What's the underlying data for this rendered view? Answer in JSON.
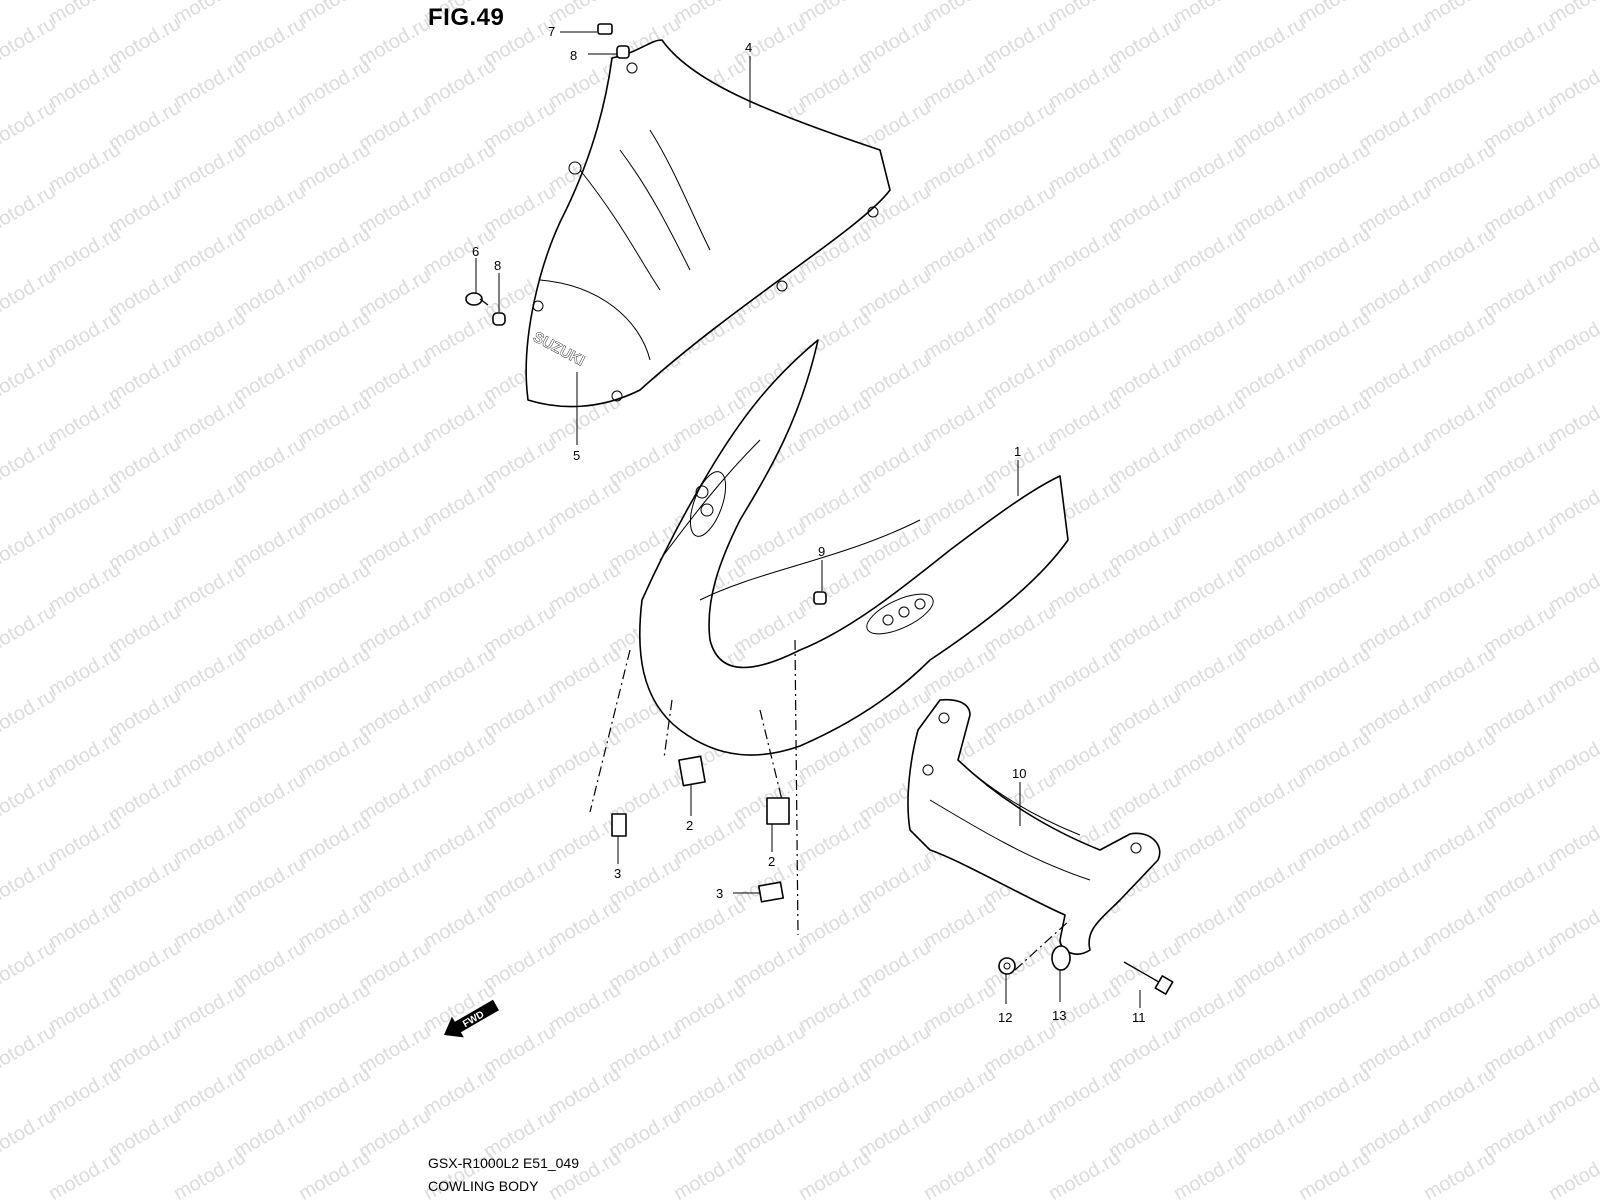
{
  "figure": {
    "title": "FIG.49",
    "code": "GSX-R1000L2 E51_049",
    "caption": "COWLING BODY",
    "watermark": "motod.ru",
    "windscreen_logo": "SUZUKI",
    "fwd_arrow_label": "FWD"
  },
  "callouts": [
    {
      "id": "c1",
      "label": "1"
    },
    {
      "id": "c2a",
      "label": "2"
    },
    {
      "id": "c2b",
      "label": "2"
    },
    {
      "id": "c3a",
      "label": "3"
    },
    {
      "id": "c3b",
      "label": "3"
    },
    {
      "id": "c4",
      "label": "4"
    },
    {
      "id": "c5",
      "label": "5"
    },
    {
      "id": "c6",
      "label": "6"
    },
    {
      "id": "c7",
      "label": "7"
    },
    {
      "id": "c8a",
      "label": "8"
    },
    {
      "id": "c8b",
      "label": "8"
    },
    {
      "id": "c9",
      "label": "9"
    },
    {
      "id": "c10",
      "label": "10"
    },
    {
      "id": "c11",
      "label": "11"
    },
    {
      "id": "c12",
      "label": "12"
    },
    {
      "id": "c13",
      "label": "13"
    }
  ]
}
